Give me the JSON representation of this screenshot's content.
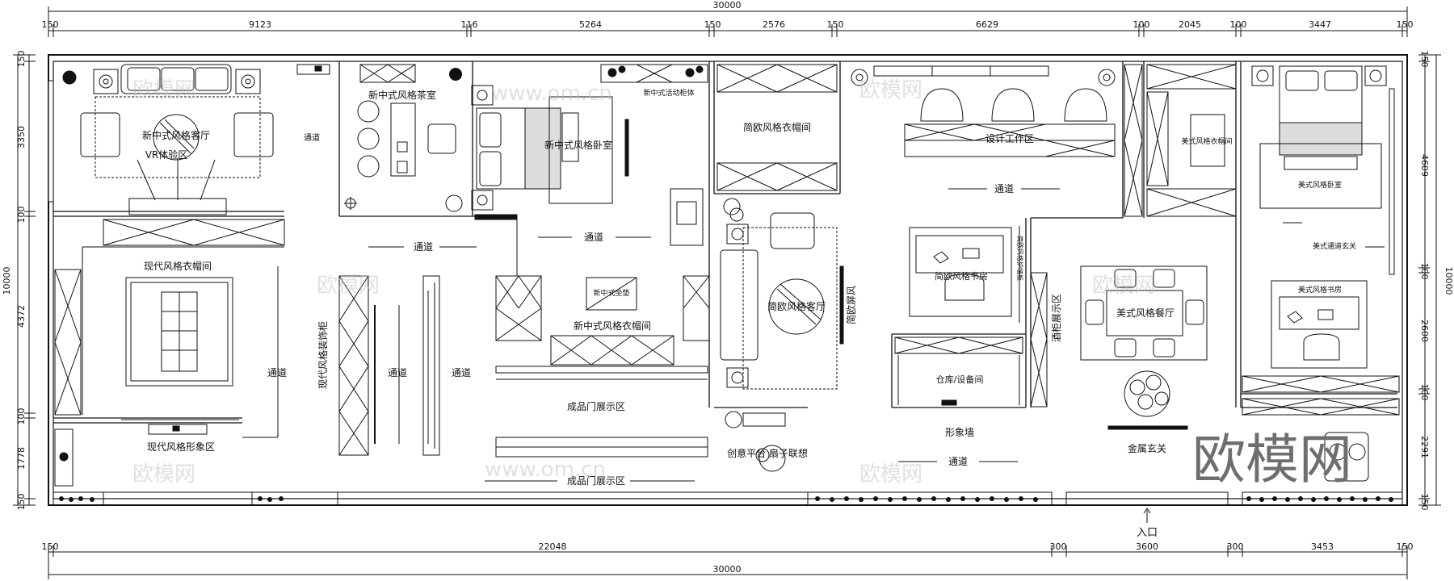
{
  "dimensions": {
    "overall_top": "30000",
    "overall_bottom": "30000",
    "top": [
      "150",
      "9123",
      "116",
      "5264",
      "150",
      "2576",
      "150",
      "6629",
      "100",
      "2045",
      "100",
      "3447",
      "150"
    ],
    "bottom": [
      "150",
      "22048",
      "300",
      "3600",
      "300",
      "3453",
      "150"
    ],
    "left": [
      "150",
      "3350",
      "100",
      "4372",
      "100",
      "1778",
      "150"
    ],
    "left_total": "10000",
    "right": [
      "150",
      "4609",
      "100",
      "2600",
      "100",
      "2291",
      "150"
    ],
    "right_total": "10000"
  },
  "rooms": {
    "modern_living": "新中式风格客厅",
    "vr_area": "VR体验区",
    "tea_room": "新中式风格茶室",
    "activity_cabinet": "新中式活动柜体",
    "chinese_bedroom": "新中式风格卧室",
    "corridor": "通道",
    "modern_wardrobe": "现代风格衣帽间",
    "modern_decor_cabinet": "现代风格装饰柜",
    "modern_image_area": "现代风格形象区",
    "chinese_wardrobe": "新中式风格衣帽间",
    "chinese_cushion": "新中式坐垫",
    "door_display": "成品门展示区",
    "euro_wardrobe": "简欧风格衣帽间",
    "euro_living": "简欧风格客厅",
    "euro_screen": "简欧屏风",
    "workstation": "设计工作区",
    "euro_study": "简欧风格书房",
    "storage": "仓库/设备间",
    "wine_display": "酒柜展示区",
    "image_wall": "形象墙",
    "creative_sign": "创意平台 扇子联想",
    "american_wardrobe": "美式风格衣帽间",
    "american_bedroom": "美式风格卧室",
    "american_corridor": "美式通道玄关",
    "american_dining": "美式风格餐厅",
    "american_study": "美式风格书房",
    "metal_entrance": "金属玄关",
    "entrance": "入口",
    "facade_panel": "简欧风格护墙板"
  },
  "watermarks": {
    "small": "欧模网",
    "url": "www.om.cn",
    "large": "欧模网"
  }
}
